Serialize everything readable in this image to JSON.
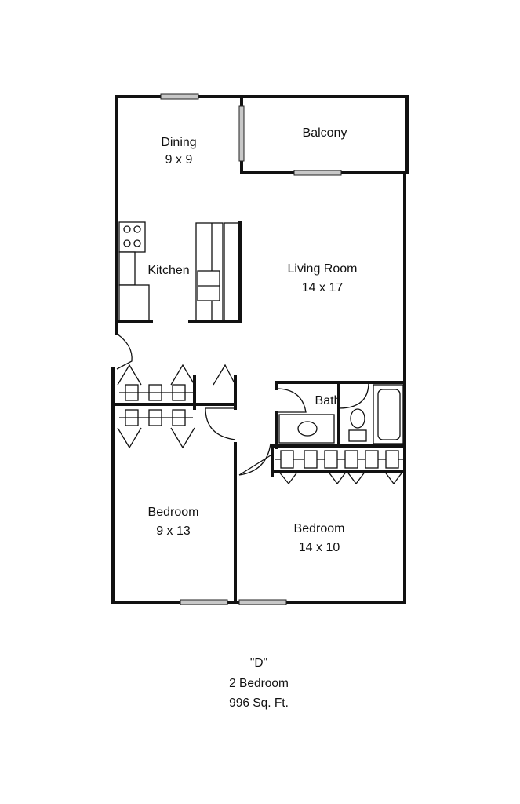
{
  "rooms": {
    "dining": {
      "name": "Dining",
      "size": "9 x 9"
    },
    "balcony": {
      "name": "Balcony"
    },
    "kitchen": {
      "name": "Kitchen"
    },
    "living": {
      "name": "Living Room",
      "size": "14 x 17"
    },
    "bath": {
      "name": "Bath"
    },
    "bedroom_left": {
      "name": "Bedroom",
      "size": "9 x 13"
    },
    "bedroom_right": {
      "name": "Bedroom",
      "size": "14 x 10"
    }
  },
  "caption": {
    "unit": "\"D\"",
    "type": "2 Bedroom",
    "area": "996 Sq. Ft."
  }
}
